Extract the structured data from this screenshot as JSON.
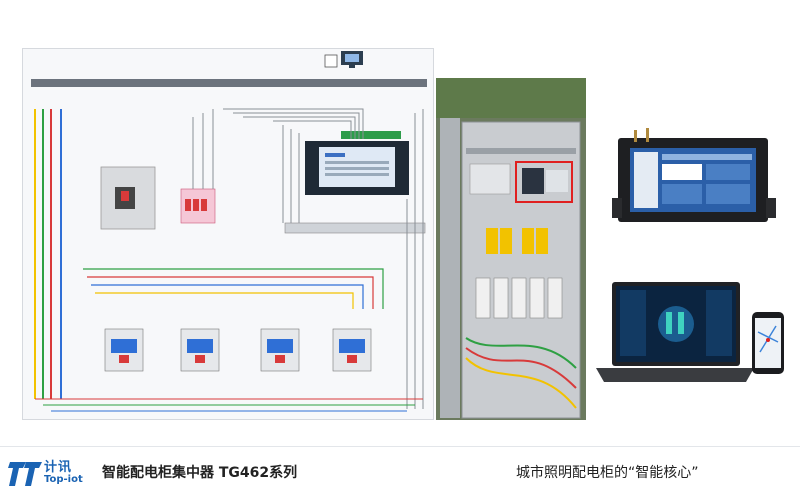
{
  "brand": {
    "name": "计讯",
    "name_en": "Top-iot"
  },
  "footer": {
    "title": "智能配电柜集中器 TG462系列",
    "slogan": "城市照明配电柜的“智能核心”"
  },
  "colors": {
    "brand_blue": "#1a63b3",
    "highlight_red": "#e02020",
    "wire_yellow": "#f2c200",
    "wire_green": "#2ea043",
    "wire_red": "#d83a3a",
    "wire_blue": "#2f6fd6"
  }
}
